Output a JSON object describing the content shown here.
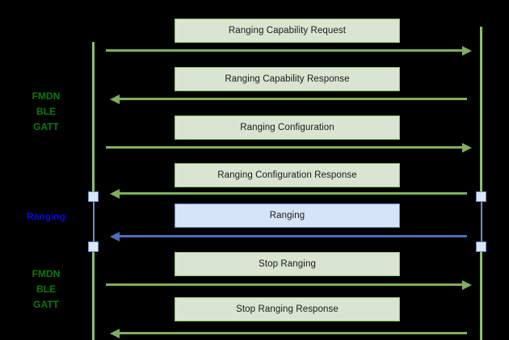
{
  "diagram": {
    "title_colors": {
      "green_accent": "#8cbf6a",
      "green_fill": "#d9e5d1",
      "green_text": "#0a7a0a",
      "blue_accent": "#6d8ec4",
      "blue_fill": "#d6e4f8",
      "blue_text": "#0a0ad2",
      "background": "#000000"
    },
    "phase_labels": [
      {
        "id": "phase-fmdn-ble-gatt-top",
        "lines": [
          "FMDN",
          "BLE",
          "GATT"
        ],
        "color": "green"
      },
      {
        "id": "phase-ranging",
        "lines": [
          "Ranging"
        ],
        "color": "blue"
      },
      {
        "id": "phase-fmdn-ble-gatt-bottom",
        "lines": [
          "FMDN",
          "BLE",
          "GATT"
        ],
        "color": "green"
      }
    ],
    "messages": [
      {
        "id": "msg-ranging-capability-request",
        "label": "Ranging Capability Request",
        "style": "green",
        "direction": "right"
      },
      {
        "id": "msg-ranging-capability-response",
        "label": "Ranging Capability Response",
        "style": "green",
        "direction": "left"
      },
      {
        "id": "msg-ranging-configuration",
        "label": "Ranging Configuration",
        "style": "green",
        "direction": "right"
      },
      {
        "id": "msg-ranging-configuration-response",
        "label": "Ranging Configuration Response",
        "style": "green",
        "direction": "left"
      },
      {
        "id": "msg-ranging",
        "label": "Ranging",
        "style": "blue",
        "direction": "left"
      },
      {
        "id": "msg-stop-ranging",
        "label": "Stop Ranging",
        "style": "green",
        "direction": "right"
      },
      {
        "id": "msg-stop-ranging-response",
        "label": "Stop Ranging Response",
        "style": "green",
        "direction": "left"
      }
    ]
  }
}
